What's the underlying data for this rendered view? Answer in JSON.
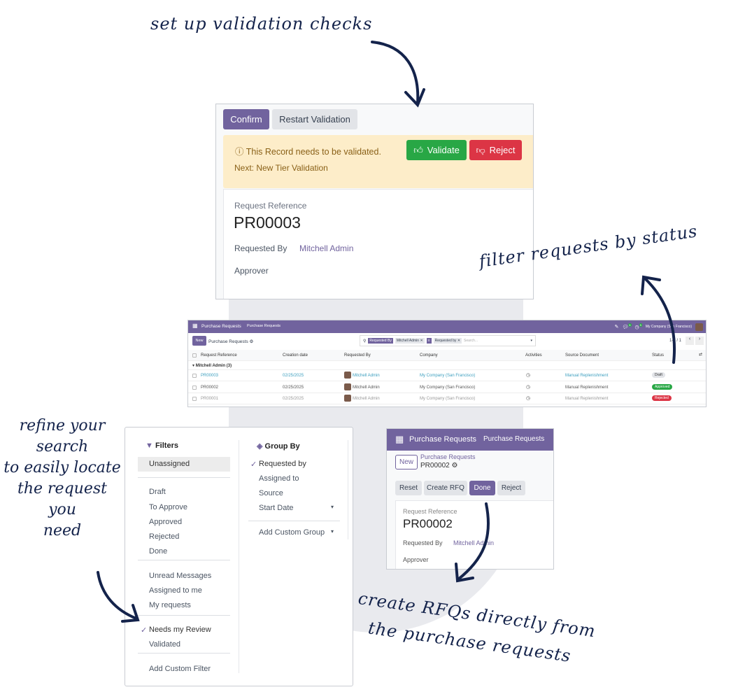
{
  "annotations": {
    "validation": "set up validation checks",
    "filter": "filter requests by status",
    "refine": [
      "refine your search",
      "to easily locate",
      "the request you",
      "need"
    ],
    "rfq": [
      "create RFQs directly from",
      "the purchase requests"
    ]
  },
  "validation_form": {
    "confirm": "Confirm",
    "restart": "Restart Validation",
    "alert_text": "This Record needs to be validated.",
    "validate": "Validate",
    "reject": "Reject",
    "next": "Next: New Tier Validation",
    "ref_label": "Request Reference",
    "ref": "PR00003",
    "requested_by_label": "Requested By",
    "requested_by": "Mitchell Admin",
    "approver_label": "Approver"
  },
  "list_view": {
    "app": "Purchase Requests",
    "menu": "Purchase Requests",
    "company": "My Company (San Francisco)",
    "msg_count": "5",
    "activity_count": "5",
    "new": "New",
    "title": "Purchase Requests",
    "facets": [
      {
        "label": "Requested By",
        "value": "Mitchell Admin"
      },
      {
        "value": "Requested by"
      }
    ],
    "search_placeholder": "Search...",
    "pager": "1-1 / 1",
    "columns": [
      "Request Reference",
      "Creation date",
      "Requested By",
      "Company",
      "Activities",
      "Source Document",
      "Status"
    ],
    "group": "Mitchell Admin (3)",
    "rows": [
      {
        "ref": "PR00003",
        "date": "02/25/2025",
        "by": "Mitchell Admin",
        "company": "My Company (San Francisco)",
        "source": "Manual Replenishment",
        "status": "Draft"
      },
      {
        "ref": "PR00002",
        "date": "02/25/2025",
        "by": "Mitchell Admin",
        "company": "My Company (San Francisco)",
        "source": "Manual Replenishment",
        "status": "Approved"
      },
      {
        "ref": "PR00001",
        "date": "02/25/2025",
        "by": "Mitchell Admin",
        "company": "My Company (San Francisco)",
        "source": "Manual Replenishment",
        "status": "Rejected"
      }
    ],
    "status_colors": {
      "Draft": "#e2e4e8",
      "Approved": "#28a745",
      "Rejected": "#dc3545"
    }
  },
  "filters": {
    "title": "Filters",
    "items": [
      "Unassigned",
      "Draft",
      "To Approve",
      "Approved",
      "Rejected",
      "Done",
      "Unread Messages",
      "Assigned to me",
      "My requests",
      "Needs my Review",
      "Validated",
      "Add Custom Filter"
    ],
    "group_title": "Group By",
    "group_items": [
      "Requested by",
      "Assigned to",
      "Source",
      "Start Date",
      "Add Custom Group"
    ]
  },
  "done_form": {
    "app": "Purchase Requests",
    "menu": "Purchase Requests",
    "new": "New",
    "breadcrumb": "Purchase Requests",
    "record": "PR00002",
    "reset": "Reset",
    "create_rfq": "Create RFQ",
    "done": "Done",
    "reject": "Reject",
    "ref_label": "Request Reference",
    "ref": "PR00002",
    "requested_by_label": "Requested By",
    "requested_by": "Mitchell Admin",
    "approver_label": "Approver"
  },
  "colors": {
    "brand": "#71639e",
    "ink": "#14234b"
  }
}
